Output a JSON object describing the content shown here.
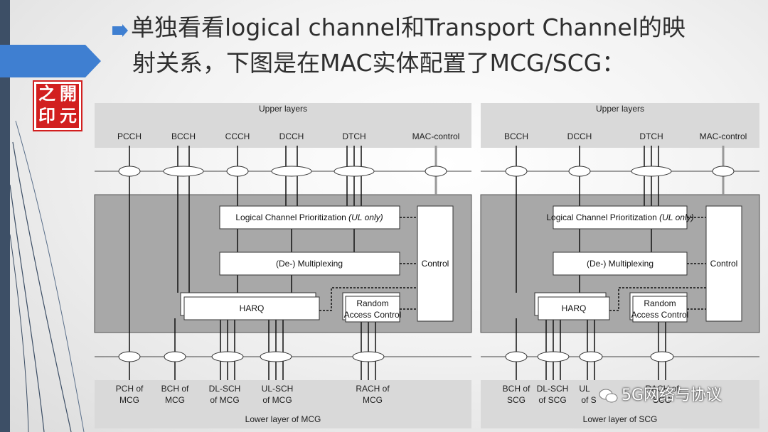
{
  "title": {
    "line1": "单独看看logical channel和Transport Channel的映",
    "line2": "射关系，下图是在MAC实体配置了MCG/SCG："
  },
  "logo": {
    "chars": [
      "之",
      "開",
      "印",
      "元"
    ]
  },
  "mcg": {
    "upper_label": "Upper layers",
    "logical_channels": [
      "PCCH",
      "BCCH",
      "CCCH",
      "DCCH",
      "DTCH",
      "MAC-control"
    ],
    "lcp_text": "Logical Channel Prioritization",
    "lcp_suffix": "(UL only)",
    "mux_label": "(De-) Multiplexing",
    "control_label": "Control",
    "harq_label": "HARQ",
    "ra_line1": "Random",
    "ra_line2": "Access Control",
    "transport_channels": [
      {
        "l1": "PCH of",
        "l2": "MCG"
      },
      {
        "l1": "BCH of",
        "l2": "MCG"
      },
      {
        "l1": "DL-SCH",
        "l2": "of MCG"
      },
      {
        "l1": "UL-SCH",
        "l2": "of MCG"
      },
      {
        "l1": "RACH of",
        "l2": "MCG"
      }
    ],
    "lower_label": "Lower layer of MCG"
  },
  "scg": {
    "upper_label": "Upper layers",
    "logical_channels": [
      "BCCH",
      "DCCH",
      "DTCH",
      "MAC-control"
    ],
    "lcp_text": "Logical Channel Prioritization",
    "lcp_suffix": "(UL only)",
    "mux_label": "(De-) Multiplexing",
    "control_label": "Control",
    "harq_label": "HARQ",
    "ra_line1": "Random",
    "ra_line2": "Access Control",
    "transport_channels": [
      {
        "l1": "BCH of",
        "l2": "SCG"
      },
      {
        "l1": "DL-SCH",
        "l2": "of SCG"
      },
      {
        "l1": "UL",
        "l2": "of S"
      },
      {
        "l1": "RACH of",
        "l2": "SCG"
      }
    ],
    "lower_label": "Lower layer of SCG"
  },
  "watermark": "5G网络与协议",
  "colors": {
    "accent_blue": "#3f7fd1",
    "sidebar": "#3d4f66",
    "logo_red": "#d21f1f",
    "mac_gray": "#a8a8a8"
  }
}
